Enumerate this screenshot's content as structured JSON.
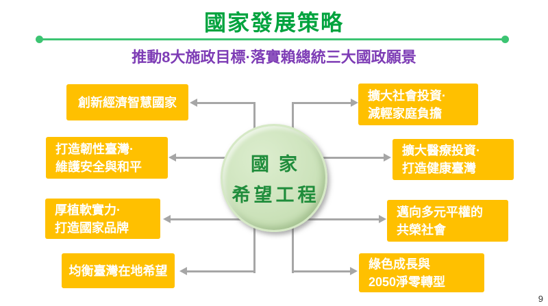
{
  "slide": {
    "title": "國家發展策略",
    "subtitle": "推動8大施政目標·落實賴總統三大國政願景",
    "center_circle": {
      "line1": "國家",
      "line2": "希望工程"
    },
    "boxes": {
      "left": [
        {
          "lines": [
            "創新經濟智慧國家"
          ]
        },
        {
          "lines": [
            "打造韌性臺灣·",
            "維護安全與和平"
          ]
        },
        {
          "lines": [
            "厚植軟實力·",
            "打造國家品牌"
          ]
        },
        {
          "lines": [
            "均衡臺灣在地希望"
          ]
        }
      ],
      "right": [
        {
          "lines": [
            "擴大社會投資·",
            "減輕家庭負擔"
          ]
        },
        {
          "lines": [
            "擴大醫療投資·",
            "打造健康臺灣"
          ]
        },
        {
          "lines": [
            "邁向多元平權的",
            "共榮社會"
          ]
        },
        {
          "lines": [
            "綠色成長與",
            "2050淨零轉型"
          ]
        }
      ]
    },
    "page_number": "9"
  },
  "colors": {
    "title_green": "#00A33E",
    "divider_green": "#3CC472",
    "subtitle_purple": "#7D3CB5",
    "box_orange": "#FFC000",
    "box_text": "#FFFFFF",
    "circle_fill": "#CDE3BC",
    "circle_border": "#D6E9C6",
    "circle_text": "#1F8C3B",
    "arrow_gray": "#A6A6A6",
    "page_number_gray": "#333333"
  }
}
